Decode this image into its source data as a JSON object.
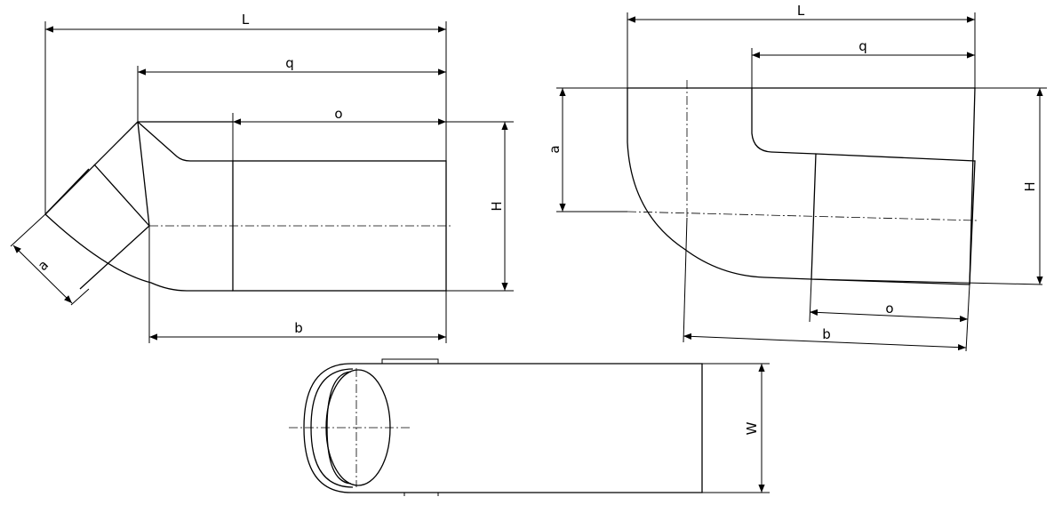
{
  "labels": {
    "left": {
      "L": "L",
      "q": "q",
      "o": "o",
      "H": "H",
      "a": "a",
      "b": "b"
    },
    "right": {
      "L": "L",
      "q": "q",
      "a": "a",
      "H": "H",
      "o": "o",
      "b": "b"
    },
    "bottom": {
      "W": "W"
    }
  },
  "colors": {
    "line": "#000000",
    "background": "#ffffff"
  }
}
